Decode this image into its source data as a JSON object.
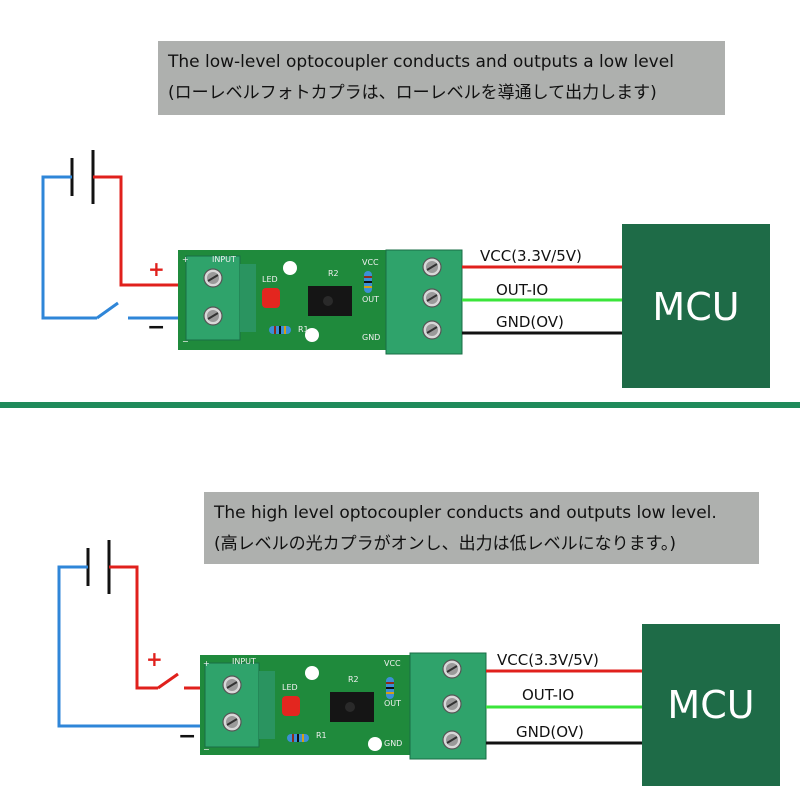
{
  "top": {
    "caption_line1": "The low-level optocoupler conducts and outputs a low level",
    "caption_line2": "(ローレベルフォトカプラは、ローレベルを導通して出力します)",
    "plus_sign": "+",
    "minus_sign": "−",
    "wire_vcc": "VCC(3.3V/5V)",
    "wire_out": "OUT-IO",
    "wire_gnd": "GND(OV)",
    "mcu_label": "MCU"
  },
  "bottom": {
    "caption_line1": "The high level optocoupler conducts and outputs low level.",
    "caption_line2": "(高レベルの光カプラがオンし、出力は低レベルになります。)",
    "plus_sign": "+",
    "minus_sign": "−",
    "wire_vcc": "VCC(3.3V/5V)",
    "wire_out": "OUT-IO",
    "wire_gnd": "GND(OV)",
    "mcu_label": "MCU"
  },
  "pcb": {
    "input_label": "INPUT",
    "led_label": "LED",
    "r1_label": "R1",
    "r2_label": "R2",
    "vcc_label": "VCC",
    "out_label": "OUT",
    "gnd_label": "GND",
    "plus_mark": "+",
    "minus_mark": "−"
  },
  "colors": {
    "divider": "#1f8a5a",
    "mcu": "#1e6b47",
    "pcb": "#1f8a3c",
    "terminal": "#2fa36b",
    "wire_red": "#e0201c",
    "wire_blue": "#2f86d8",
    "wire_green": "#3ae53a",
    "wire_black": "#111111",
    "caption_bg": "#aeb0ae"
  }
}
